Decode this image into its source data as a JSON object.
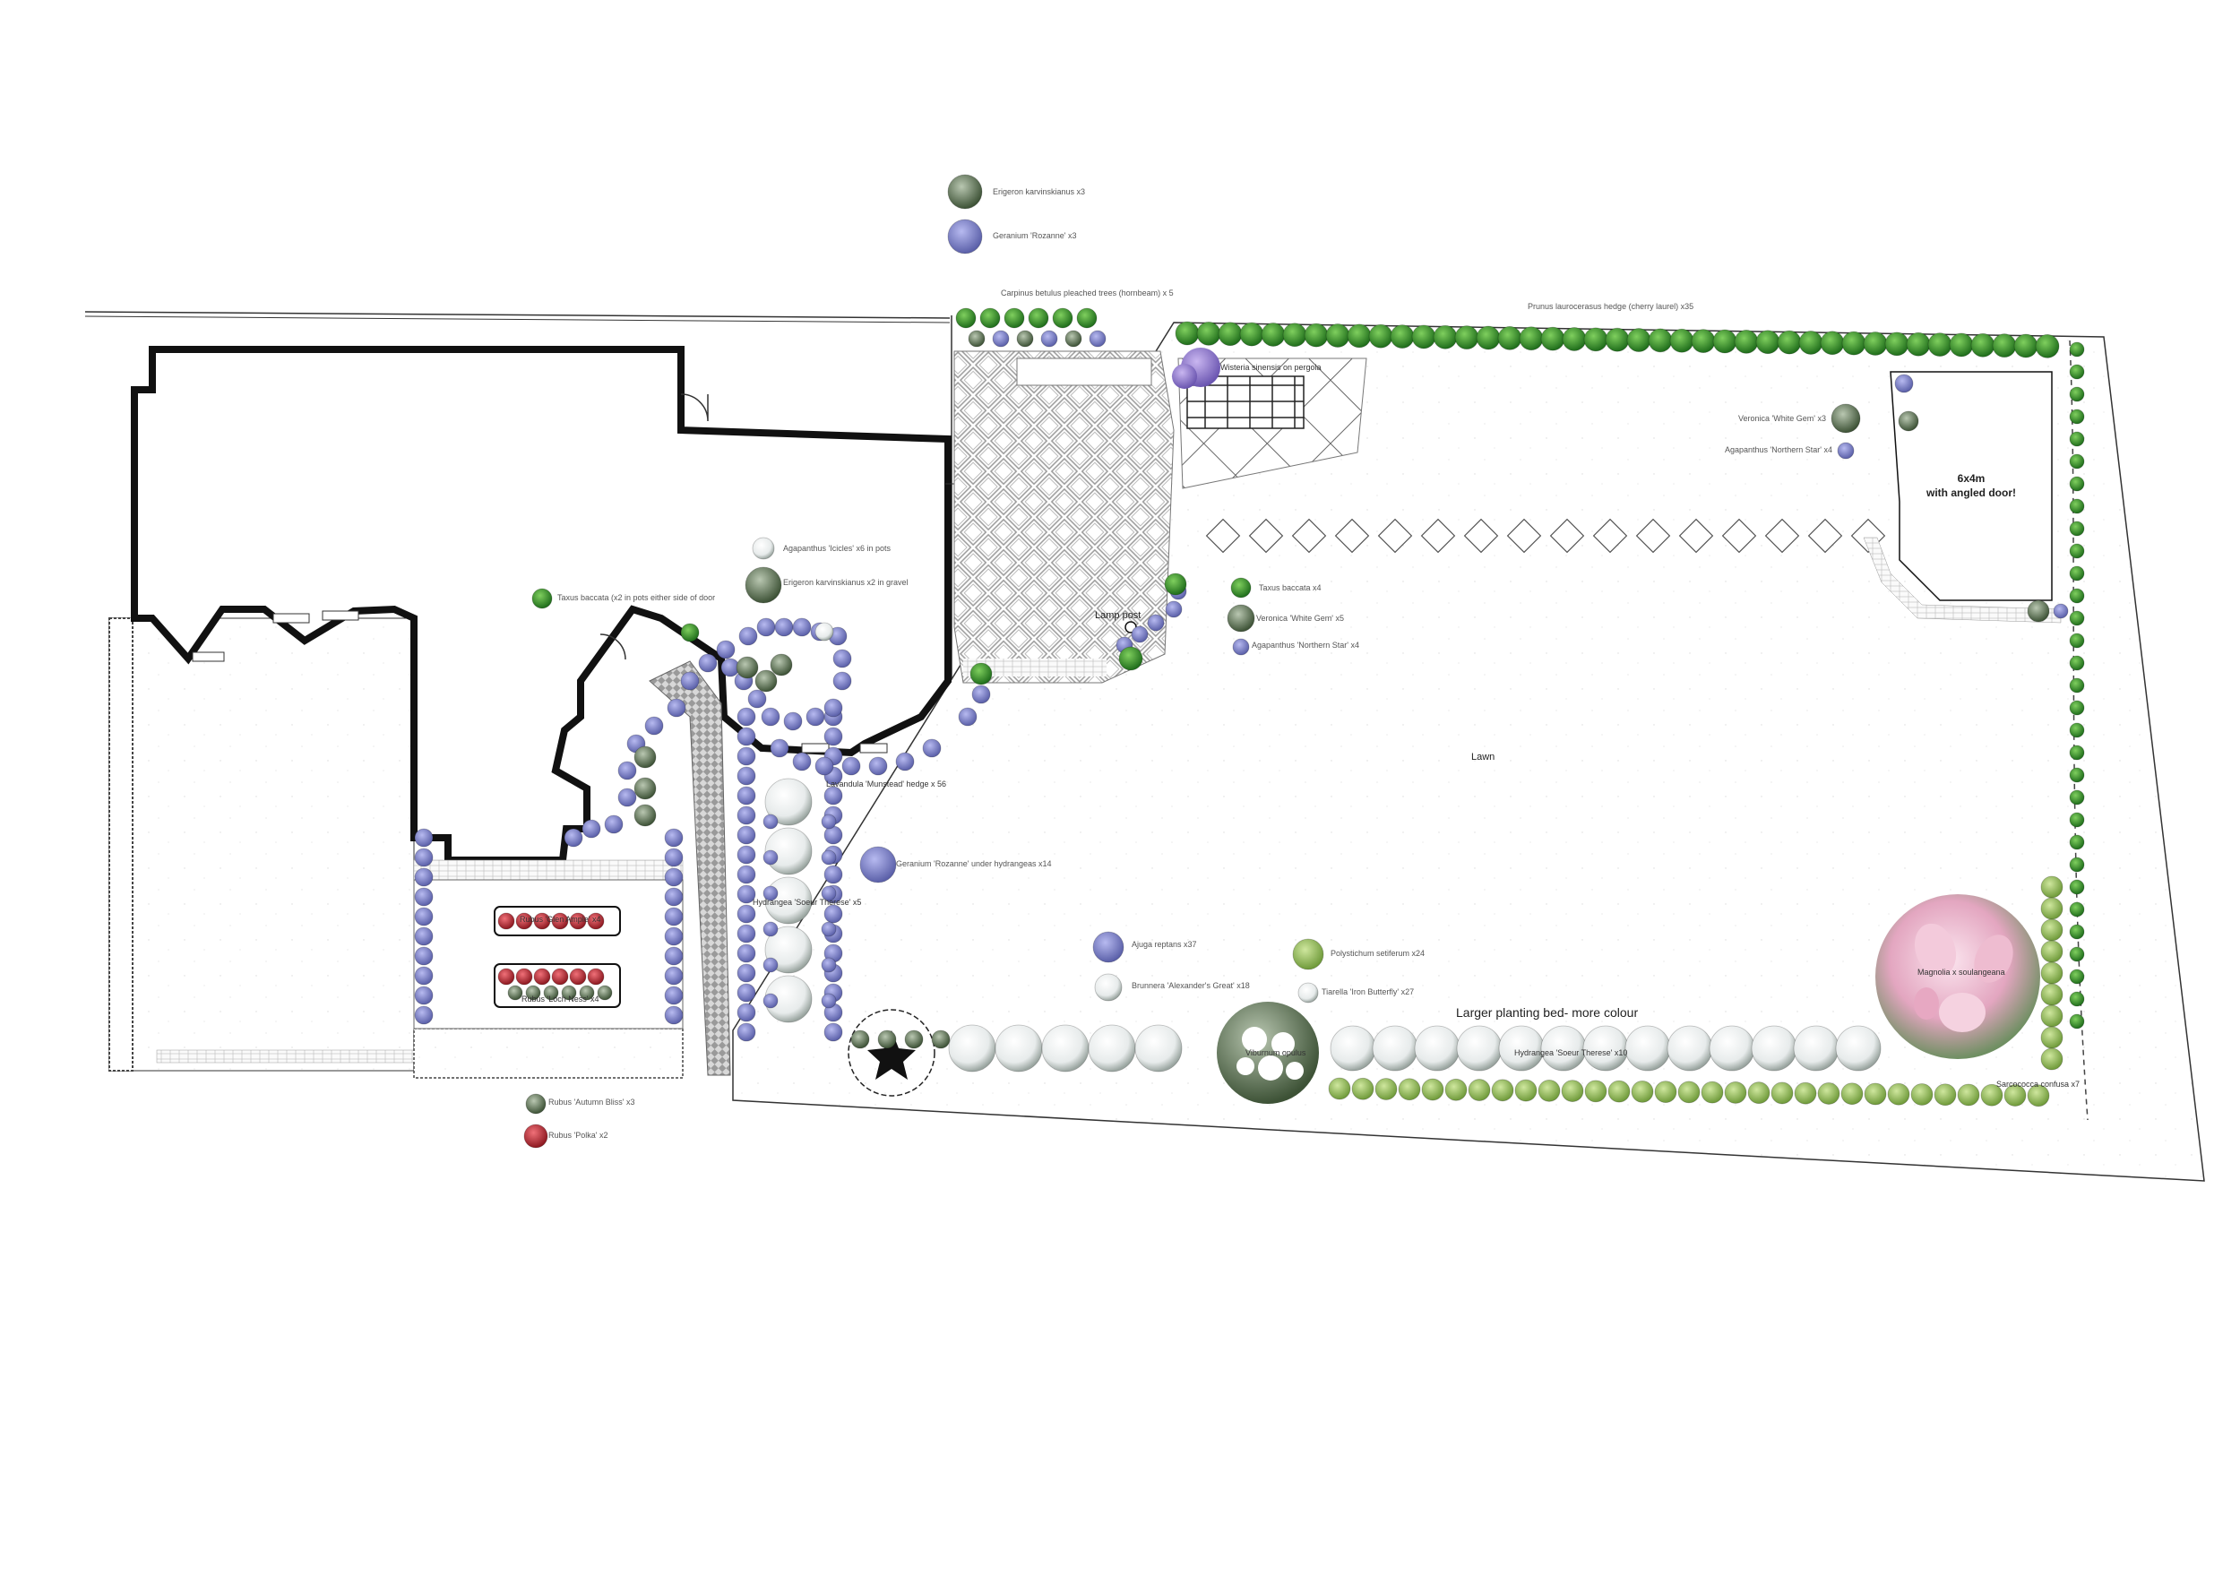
{
  "labels": {
    "erigeron_key": "Erigeron karvinskianus x3",
    "geranium_key": "Geranium 'Rozanne' x3",
    "carpinus": "Carpinus betulus pleached trees (hornbeam) x 5",
    "prunus": "Prunus laurocerasus hedge (cherry laurel) x35",
    "wisteria": "Wisteria sinensis on pergola",
    "veronica_top": "Veronica 'White Gem' x3",
    "agapanthus_top": "Agapanthus 'Northern Star' x4",
    "shed_line1": "6x4m",
    "shed_line2": "with angled door!",
    "agapanthus_pots": "Agapanthus 'Icicles' x6 in pots",
    "erigeron_gravel": "Erigeron karvinskianus x2 in gravel",
    "taxus_pots": "Taxus baccata (x2 in pots either side of door",
    "lamp_post": "Lamp post",
    "taxus_key": "Taxus baccata x4",
    "veronica_key": "Veronica 'White Gem' x5",
    "agapanthus_key": "Agapanthus 'Northern Star' x4",
    "lawn": "Lawn",
    "lavandula": "Lavandula 'Munstead' hedge x 56",
    "geranium_under": "Geranium 'Rozanne' under hydrangeas x14",
    "rubus_glen": "Rubus 'Glen Ample' x4",
    "rubus_loch": "Rubus 'Loch Ness' x4",
    "hydrangea_left": "Hydrangea 'Soeur Therese' x5",
    "ajuga": "Ajuga reptans x37",
    "brunnera": "Brunnera 'Alexander's Great' x18",
    "polystichum": "Polystichum setiferum x24",
    "tiarella": "Tiarella 'Iron Butterfly' x27",
    "larger_bed": "Larger planting bed- more colour",
    "viburnum": "Viburnum opulus",
    "hydrangea_right": "Hydrangea 'Soeur Therese' x10",
    "magnolia": "Magnolia x soulangeana",
    "sarcococca": "Sarcococca confusa x7",
    "rubus_autumn": "Rubus 'Autumn Bliss' x3",
    "rubus_polka": "Rubus 'Polka' x2"
  },
  "colors": {
    "lavender": "#7a7fc4",
    "hedge_green": "#3e9a34",
    "hydrangea": "#e8ecec",
    "wisteria": "#8f7ad0",
    "magnolia": "#e9b8cc",
    "rubus": "#c02f3a",
    "outline": "#111111"
  }
}
